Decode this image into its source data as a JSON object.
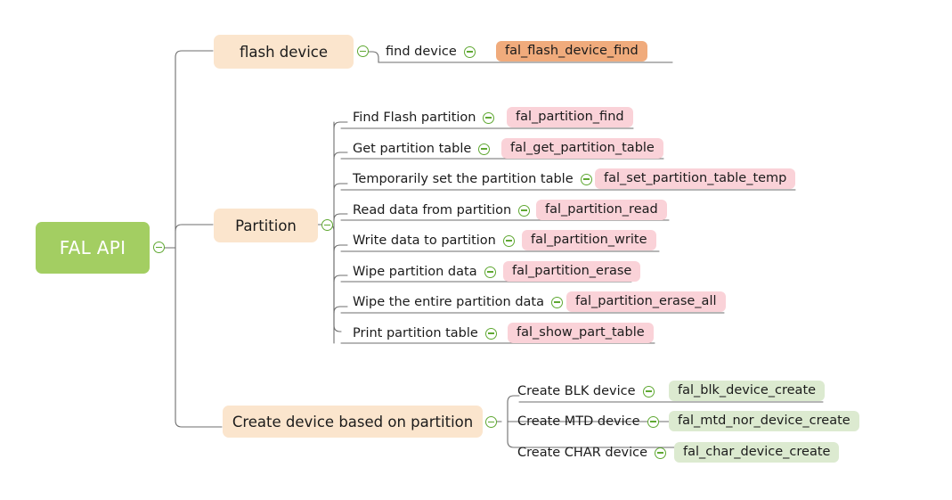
{
  "title": "FAL API",
  "colors": {
    "root_fill": "#a3ce62",
    "branch_fill": "#fbe5cd",
    "badge_pink": "#fad2d8",
    "badge_green": "#dcead0",
    "badge_orange": "#f0ab7c",
    "connector": "#6e6e6e",
    "toggle_stroke": "#5fa832",
    "background": "#ffffff"
  },
  "root": {
    "label": "FAL API",
    "toggle_icon": "collapse-minus-circle-icon"
  },
  "branches": [
    {
      "label": "flash device",
      "toggle_icon": "collapse-minus-circle-icon",
      "children": [
        {
          "label": "find device",
          "toggle_icon": "collapse-minus-circle-icon",
          "api": "fal_flash_device_find",
          "api_color": "orange"
        }
      ]
    },
    {
      "label": "Partition",
      "toggle_icon": "collapse-minus-circle-icon",
      "children": [
        {
          "label": "Find Flash partition",
          "toggle_icon": "collapse-minus-circle-icon",
          "api": "fal_partition_find",
          "api_color": "pink"
        },
        {
          "label": "Get partition table",
          "toggle_icon": "collapse-minus-circle-icon",
          "api": "fal_get_partition_table",
          "api_color": "pink"
        },
        {
          "label": "Temporarily set the partition table",
          "toggle_icon": "collapse-minus-circle-icon",
          "api": "fal_set_partition_table_temp",
          "api_color": "pink"
        },
        {
          "label": "Read data from partition",
          "toggle_icon": "collapse-minus-circle-icon",
          "api": "fal_partition_read",
          "api_color": "pink"
        },
        {
          "label": "Write data to partition",
          "toggle_icon": "collapse-minus-circle-icon",
          "api": "fal_partition_write",
          "api_color": "pink"
        },
        {
          "label": "Wipe partition data",
          "toggle_icon": "collapse-minus-circle-icon",
          "api": "fal_partition_erase",
          "api_color": "pink"
        },
        {
          "label": "Wipe the entire partition data",
          "toggle_icon": "collapse-minus-circle-icon",
          "api": "fal_partition_erase_all",
          "api_color": "pink"
        },
        {
          "label": "Print partition table",
          "toggle_icon": "collapse-minus-circle-icon",
          "api": "fal_show_part_table",
          "api_color": "pink"
        }
      ]
    },
    {
      "label": "Create device based on partition",
      "toggle_icon": "collapse-minus-circle-icon",
      "children": [
        {
          "label": "Create BLK device",
          "toggle_icon": "collapse-minus-circle-icon",
          "api": "fal_blk_device_create",
          "api_color": "green"
        },
        {
          "label": "Create MTD device",
          "toggle_icon": "collapse-minus-circle-icon",
          "api": "fal_mtd_nor_device_create",
          "api_color": "green"
        },
        {
          "label": "Create CHAR device",
          "toggle_icon": "collapse-minus-circle-icon",
          "api": "fal_char_device_create",
          "api_color": "green"
        }
      ]
    }
  ]
}
